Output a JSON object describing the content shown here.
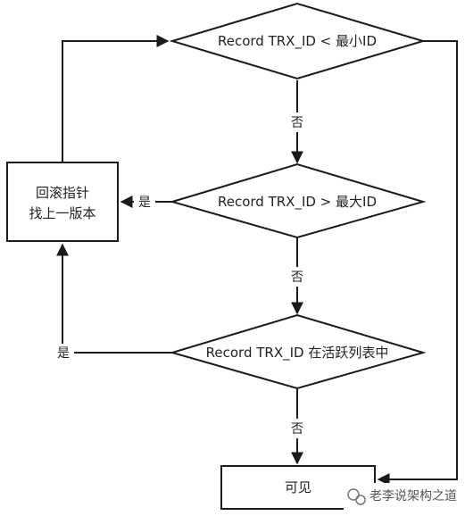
{
  "nodes": {
    "cond_min": "Record TRX_ID < 最小ID",
    "cond_max": "Record TRX_ID > 最大ID",
    "cond_active": "Record TRX_ID 在活跃列表中",
    "rollback_line1": "回滚指针",
    "rollback_line2": "找上一版本",
    "visible": "可见"
  },
  "edges": {
    "no_1": "否",
    "no_2": "否",
    "no_3": "否",
    "yes_max": "是",
    "yes_active": "是"
  },
  "watermark": "老李说架构之道"
}
